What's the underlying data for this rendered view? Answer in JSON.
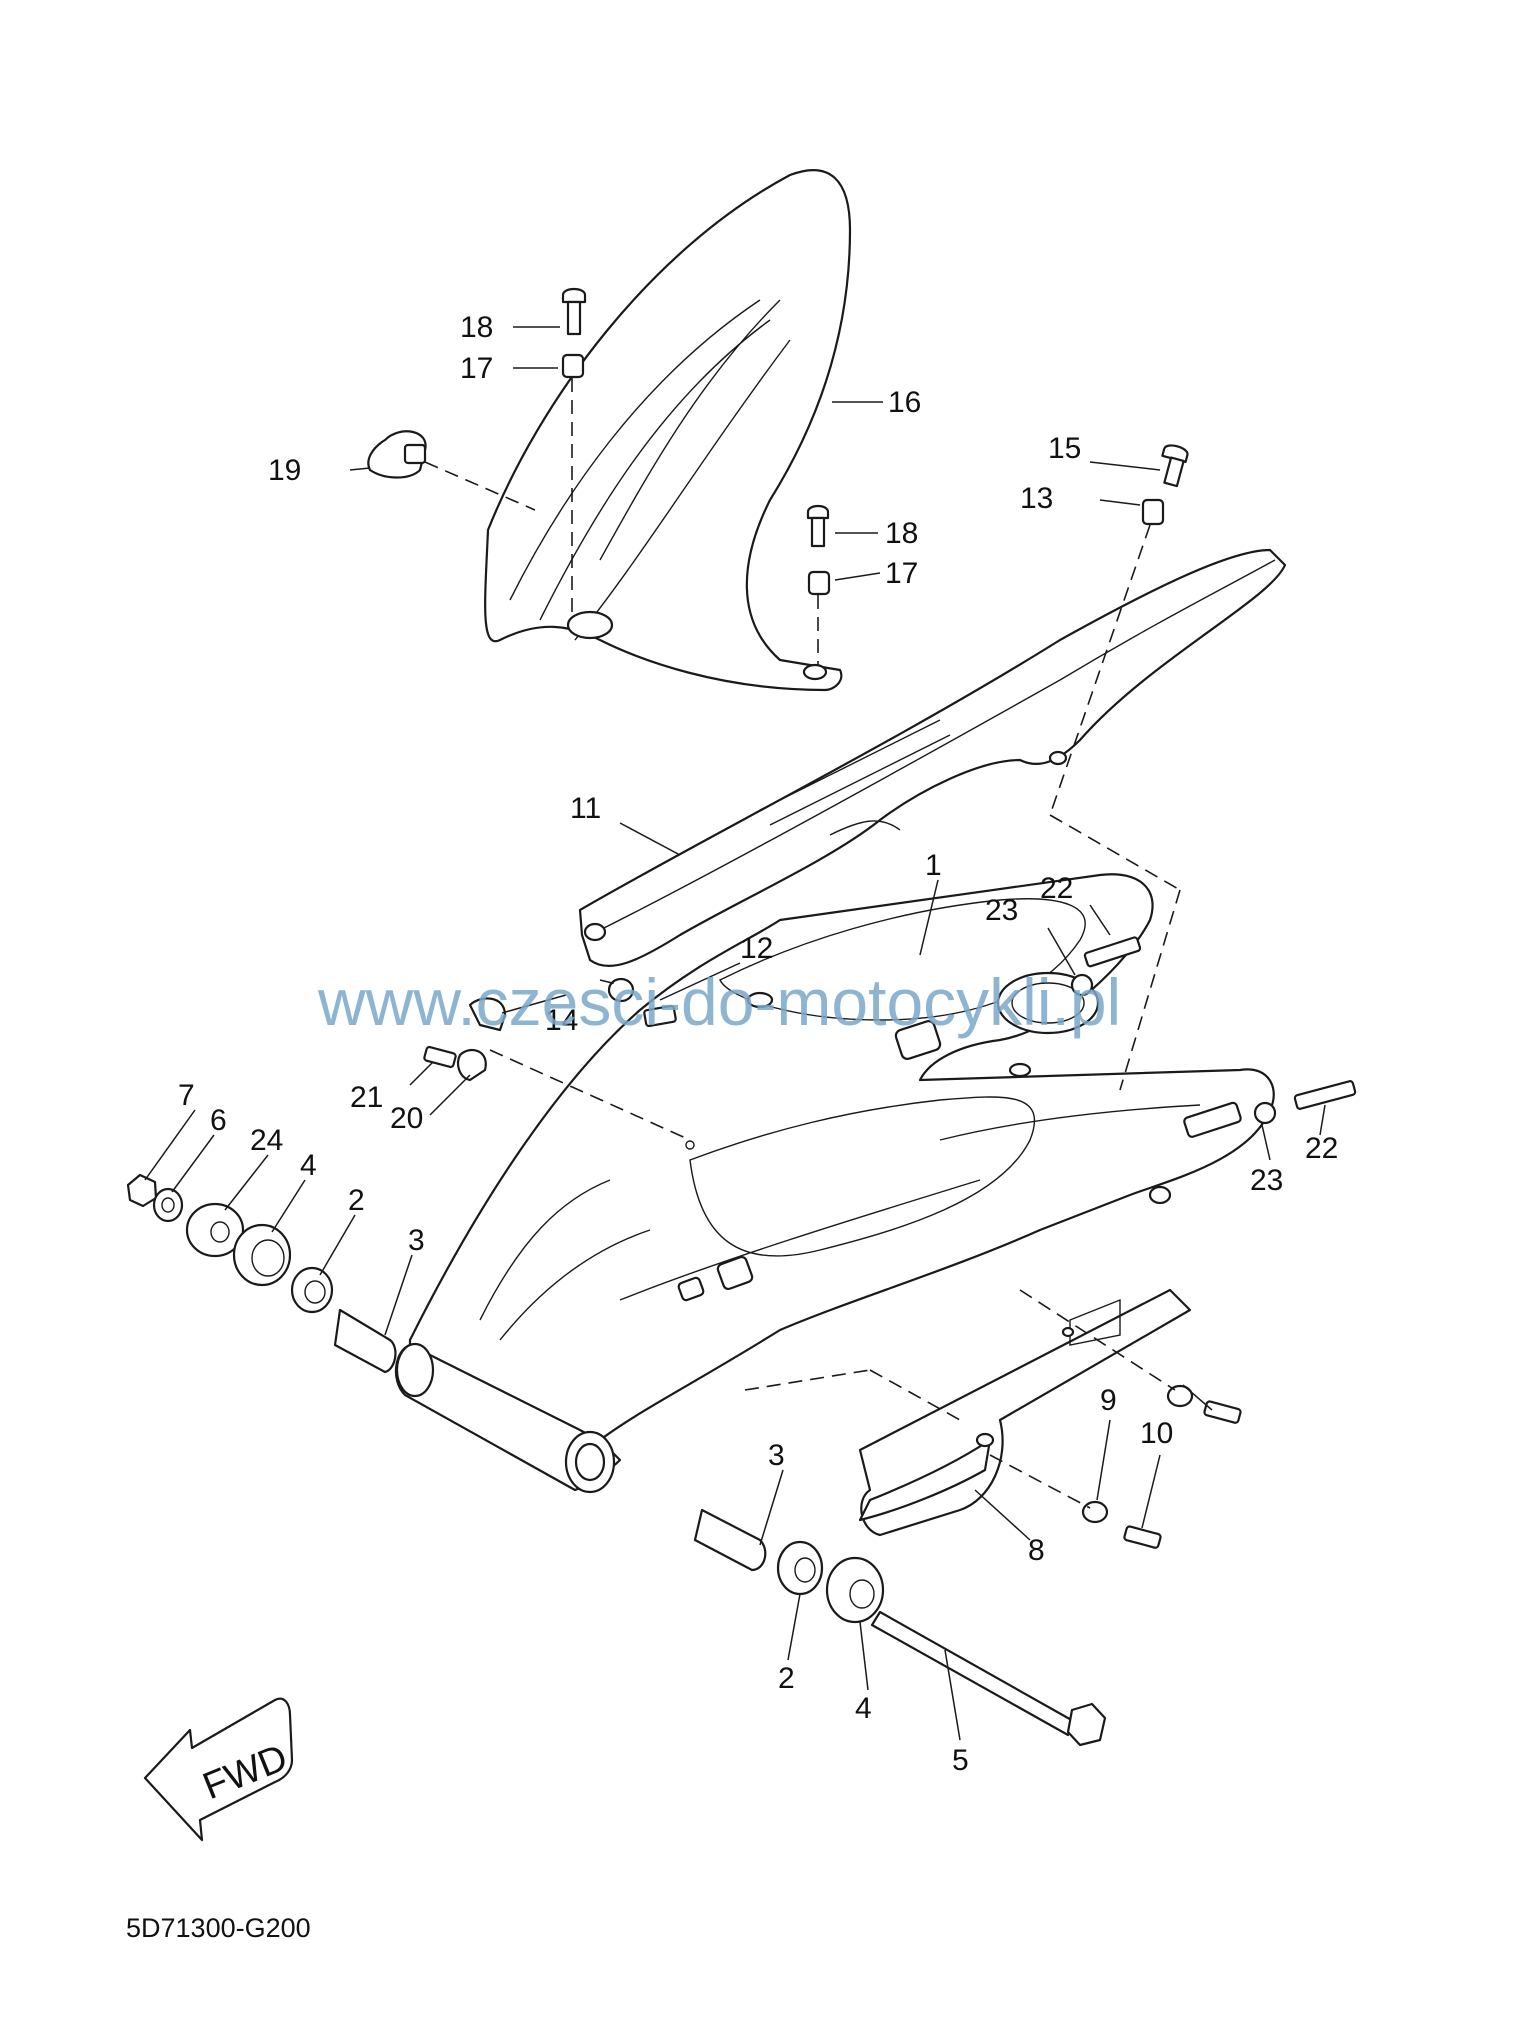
{
  "watermark": "www.czesci-do-motocykli.pl",
  "diagram_code": "5D71300-G200",
  "fwd_label": "FWD",
  "callouts": {
    "c1": "1",
    "c2a": "2",
    "c2b": "2",
    "c3a": "3",
    "c3b": "3",
    "c4a": "4",
    "c4b": "4",
    "c5": "5",
    "c6": "6",
    "c7": "7",
    "c8": "8",
    "c9": "9",
    "c10": "10",
    "c11": "11",
    "c12": "12",
    "c13": "13",
    "c14": "14",
    "c15": "15",
    "c16": "16",
    "c17a": "17",
    "c17b": "17",
    "c18a": "18",
    "c18b": "18",
    "c19": "19",
    "c20": "20",
    "c21": "21",
    "c22a": "22",
    "c22b": "22",
    "c23a": "23",
    "c23b": "23",
    "c24": "24"
  }
}
